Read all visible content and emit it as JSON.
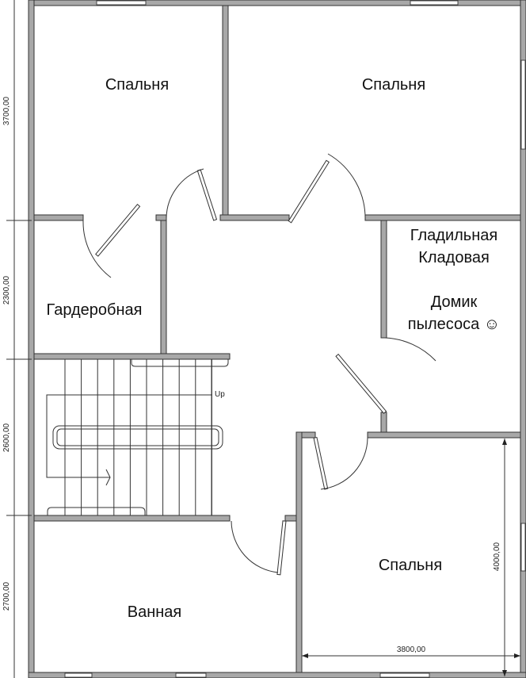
{
  "rooms": {
    "bedroom_top_left": "Спальня",
    "bedroom_top_right": "Спальня",
    "ironing_1": "Гладильная",
    "ironing_2": "Кладовая",
    "vacuum_1": "Домик",
    "vacuum_2": "пылесоса ☺",
    "wardrobe": "Гардеробная",
    "bathroom": "Ванная",
    "bedroom_bottom_right": "Спальня"
  },
  "stairs": {
    "up_label": "Up"
  },
  "dimensions": {
    "left_1": "3700,00",
    "left_2": "2300,00",
    "left_3": "2600,00",
    "left_4": "2700,00",
    "bedroom_height": "4000,00",
    "bedroom_width": "3800,00"
  }
}
